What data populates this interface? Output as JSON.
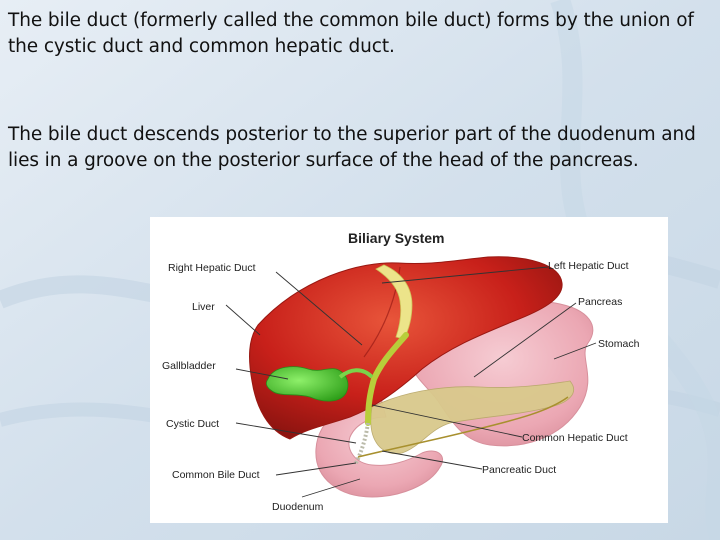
{
  "slide": {
    "paragraphs": [
      "The bile duct (formerly called the common bile duct) forms by the union of the cystic duct and common hepatic duct.",
      "The bile duct descends posterior to the superior part of the duodenum and lies in a groove on the posterior surface of the head of the pancreas."
    ]
  },
  "diagram": {
    "title": "Biliary System",
    "labels": {
      "right_hepatic_duct": "Right Hepatic Duct",
      "liver": "Liver",
      "gallbladder": "Gallbladder",
      "cystic_duct": "Cystic Duct",
      "common_bile_duct": "Common Bile Duct",
      "duodenum": "Duodenum",
      "left_hepatic_duct": "Left Hepatic Duct",
      "pancreas": "Pancreas",
      "stomach": "Stomach",
      "common_hepatic_duct": "Common Hepatic Duct",
      "pancreatic_duct": "Pancreatic Duct"
    },
    "colors": {
      "liver": "#c8201a",
      "gallbladder": "#4cc72a",
      "stomach": "#eba7b3",
      "pancreas": "#d9c98c",
      "ducts": "#e8e07a",
      "background": "#dbe6f0"
    }
  }
}
